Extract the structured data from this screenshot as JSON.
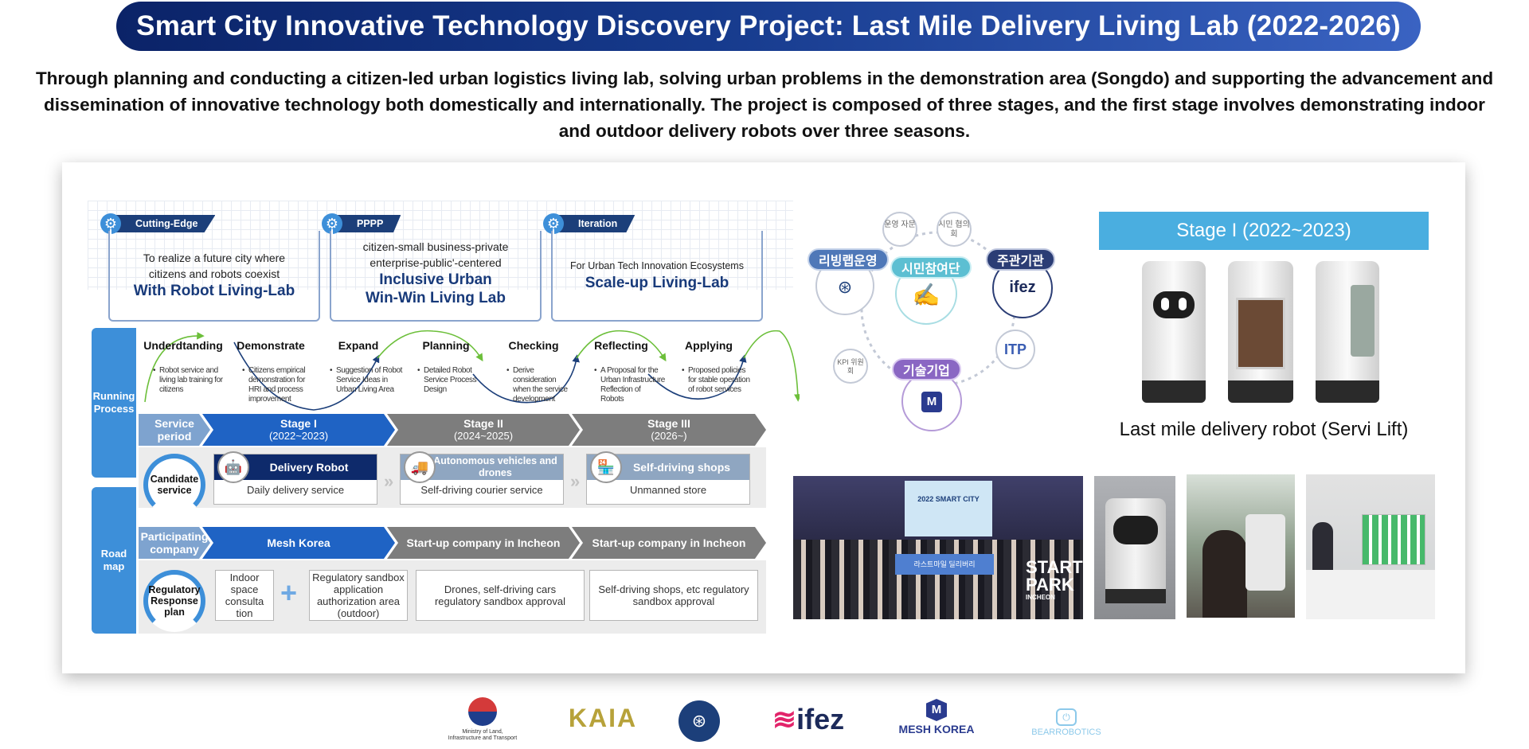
{
  "title": "Smart City Innovative Technology Discovery Project: Last Mile Delivery Living Lab (2022-2026)",
  "intro": "Through planning and conducting a citizen-led urban logistics living lab, solving urban problems in the demonstration area (Songdo) and supporting the advancement and dissemination of innovative technology both domestically and internationally. The project is composed of three stages, and the first stage involves demonstrating indoor and outdoor delivery robots over three seasons.",
  "vision": [
    {
      "tag": "Cutting-Edge",
      "line1": "To realize a future city where",
      "line2": "citizens and robots coexist",
      "bold": "With Robot Living-Lab"
    },
    {
      "tag": "PPPP",
      "line1": "citizen-small business-private",
      "line2": "enterprise-public'-centered",
      "bold": "Inclusive Urban",
      "bold2": "Win-Win Living Lab"
    },
    {
      "tag": "Iteration",
      "line1": "For Urban Tech Innovation Ecosystems",
      "bold": "Scale-up Living-Lab"
    }
  ],
  "side_labels": {
    "running": "Running Process",
    "roadmap": "Road map"
  },
  "process": [
    {
      "step": "Underdtanding",
      "desc": "Robot service and living lab training for citizens"
    },
    {
      "step": "Demonstrate",
      "desc": "Citizens empirical demonstration for HRI and process improvement"
    },
    {
      "step": "Expand",
      "desc": "Suggestion of Robot Service Ideas in Urban Living Area"
    },
    {
      "step": "Planning",
      "desc": "Detailed Robot Service Process Design"
    },
    {
      "step": "Checking",
      "desc": "Derive consideration when the service development"
    },
    {
      "step": "Reflecting",
      "desc": "A Proposal for the Urban Infrastructure Reflection of Robots"
    },
    {
      "step": "Applying",
      "desc": "Proposed policies for stable operation of robot services"
    }
  ],
  "service_period": {
    "label": "Service period",
    "stages": [
      {
        "name": "Stage I",
        "years": "(2022~2023)",
        "color": "#1f63c4"
      },
      {
        "name": "Stage II",
        "years": "(2024~2025)",
        "color": "#7d7d7d"
      },
      {
        "name": "Stage III",
        "years": "(2026~)",
        "color": "#7d7d7d"
      }
    ]
  },
  "candidate": {
    "label": "Candidate service",
    "items": [
      {
        "title": "Delivery Robot",
        "body": "Daily delivery service",
        "color": "#0e2a6b"
      },
      {
        "title": "Autonomous vehicles and drones",
        "body": "Self-driving courier service",
        "color": "#8fa6c1"
      },
      {
        "title": "Self-driving shops",
        "body": "Unmanned store",
        "color": "#8fa6c1"
      }
    ]
  },
  "participating": {
    "label": "Participating company",
    "items": [
      "Mesh Korea",
      "Start-up company in Incheon",
      "Start-up company in Incheon"
    ]
  },
  "regulatory": {
    "label": "Regulatory Response plan",
    "box1": "Indoor space consulta tion",
    "plus": "+",
    "box2": "Regulatory sandbox application authorization area (outdoor)",
    "box3": "Drones, self-driving cars regulatory sandbox approval",
    "box4": "Self-driving shops, etc regulatory sandbox approval"
  },
  "network": {
    "top1": "운영 자문",
    "top2": "시민 협의회",
    "left_label": "리빙랩운영",
    "center_label": "시민참여단",
    "right_label": "주관기관",
    "right_logo": "ifez",
    "itp": "ITP",
    "kpi": "KPI 위원회",
    "bottom_label": "기술기업"
  },
  "stage_box": {
    "title": "Stage I (2022~2023)",
    "caption": "Last mile delivery robot (Servi Lift)"
  },
  "photo": {
    "screen_line1": "2022 SMART CITY",
    "banner": "라스트마일 딜리버리",
    "sign1": "START",
    "sign2": "PARK",
    "sign3": "INCHEON"
  },
  "logos": {
    "ministry1": "Ministry of Land,",
    "ministry2": "Infrastructure and Transport",
    "kaia": "KAIA",
    "ifez": "ifez",
    "mesh": "MESH KOREA",
    "bear": "BEARROBOTICS"
  },
  "colors": {
    "accent": "#3d8fd9",
    "navy": "#0e2a6b",
    "grey_stage": "#7d7d7d",
    "stage_box": "#4aaee0"
  }
}
